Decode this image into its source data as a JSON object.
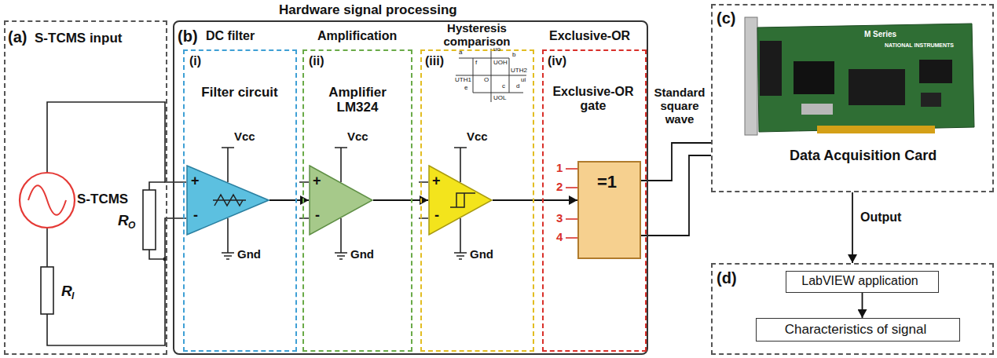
{
  "diagram": {
    "nodes": [
      {
        "text": [
          "(a)",
          "S-TCMS input"
        ]
      },
      {
        "text": [
          "Hardware signal processing",
          "(b)"
        ]
      },
      {
        "text": [
          "DC filter",
          "(i)",
          "Filter circuit"
        ],
        "in": 1
      },
      {
        "text": [
          "+",
          "-"
        ],
        "in": 2
      },
      {
        "text": [
          "Amplification",
          "(ii)",
          "Amplifier LM324"
        ],
        "in": 1
      },
      {
        "text": [
          "+",
          "-"
        ],
        "in": 4
      },
      {
        "text": [
          "Hysteresis comparison",
          "(iii)"
        ],
        "in": 1
      },
      {
        "text": [
          "+",
          "-"
        ],
        "in": 6
      },
      {
        "text": [
          "Exclusive-OR",
          "(iv)",
          "Exclusive-OR gate"
        ],
        "in": 1
      },
      {
        "text": [
          "=1"
        ],
        "in": 8
      },
      {
        "text": [
          "(c)",
          "Data Acquisition Card"
        ]
      },
      {
        "text": [
          "(d)"
        ]
      },
      {
        "text": [
          "LabVIEW application"
        ],
        "in": 11
      },
      {
        "text": [
          "Characteristics of signal"
        ],
        "in": 11
      }
    ],
    "edges": [
      {
        "from": 3,
        "to": 5,
        "arrow": "to"
      },
      {
        "from": 5,
        "to": 7,
        "arrow": "to"
      },
      {
        "from": 7,
        "to": 9,
        "arrow": "to"
      },
      {
        "from": 9,
        "to": 10,
        "arrow": "none"
      },
      {
        "from": 9,
        "to": 10,
        "arrow": "none"
      },
      {
        "from": 10,
        "to": 11,
        "label": "Output",
        "arrow": "to"
      },
      {
        "from": 12,
        "to": 13,
        "arrow": "to"
      }
    ],
    "labels": [
      "S-TCMS",
      "R",
      "O",
      "R",
      "I",
      "Vcc",
      "Gnd",
      "Vcc",
      "Gnd",
      "Vcc",
      "Gnd",
      "1",
      "2",
      "3",
      "4",
      "Standard square wave",
      "M Series",
      "NATIONAL INSTRUMENTS",
      "uo",
      "a",
      "b",
      "f",
      "UOH",
      "O",
      "UTH1",
      "UTH2",
      "ui",
      "e",
      "c",
      "d",
      "UOL"
    ]
  }
}
